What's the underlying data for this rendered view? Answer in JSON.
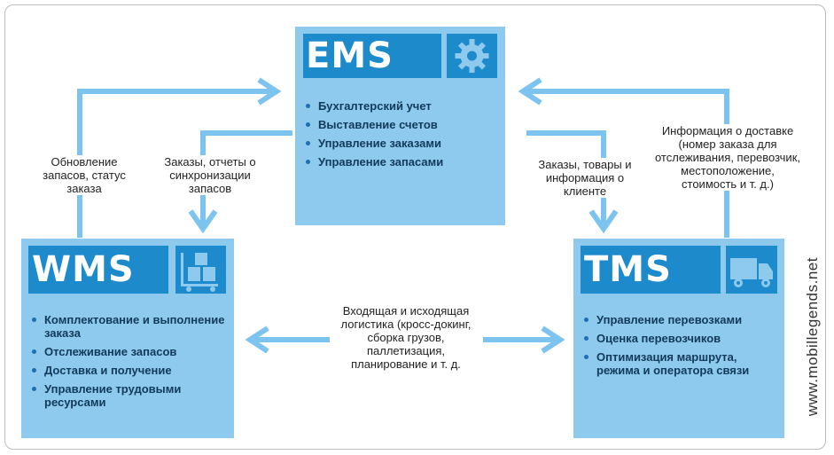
{
  "ems": {
    "title": "EMS",
    "icon": "gear-icon",
    "items": [
      "Бухгалтерский учет",
      "Выставление счетов",
      "Управление заказами",
      "Управление запасами"
    ]
  },
  "wms": {
    "title": "WMS",
    "icon": "warehouse-cart-icon",
    "items": [
      "Комплектование и выполнение заказа",
      "Отслеживание запасов",
      "Доставка и получение",
      "Управление трудовыми ресурсами"
    ]
  },
  "tms": {
    "title": "TMS",
    "icon": "truck-icon",
    "items": [
      "Управление перевозками",
      "Оценка перевозчиков",
      "Оптимизация маршрута, режима и оператора связи"
    ]
  },
  "labels": {
    "wms_to_ems": "Обновление запасов, статус заказа",
    "ems_to_wms": "Заказы, отчеты о синхронизации запасов",
    "ems_to_tms": "Заказы, товары и информация о клиенте",
    "tms_to_ems": "Информация о доставке (номер заказа для отслеживания, перевозчик, местоположение, стоимость и т. д.)",
    "wms_tms": "Входящая и исходящая логистика (кросс-докинг, сборка грузов, паллетизация, планирование и т. д."
  },
  "watermark": "www.mobillegends.net",
  "colors": {
    "box": "#8ec9ee",
    "header": "#1d8acb",
    "arrow": "#7cc3ef"
  }
}
